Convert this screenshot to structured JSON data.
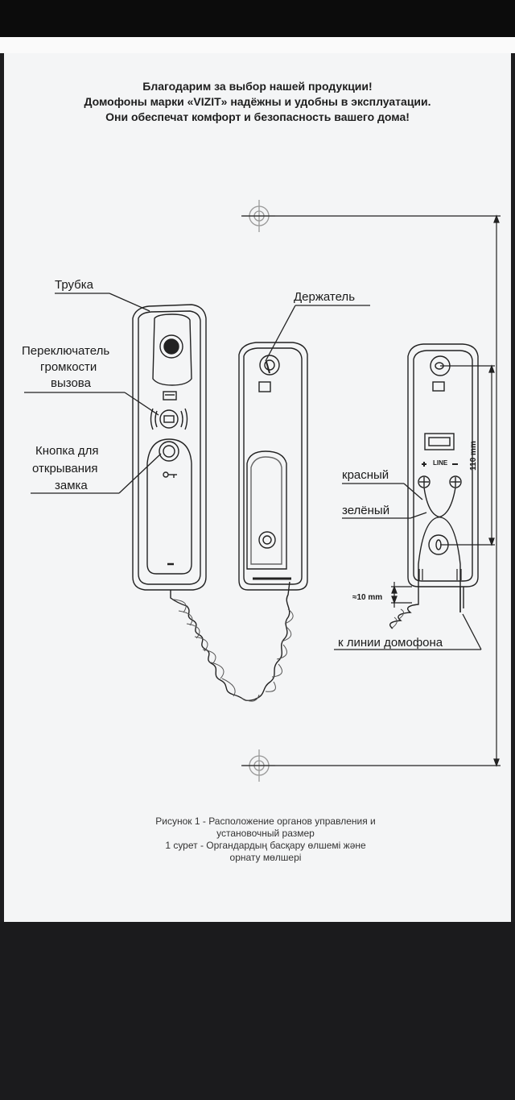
{
  "intro": {
    "line1": "Благодарим за выбор нашей продукции!",
    "line2": "Домофоны марки «VIZIT» надёжны и удобны в эксплуатации.",
    "line3": "Они обеспечат комфорт и безопасность вашего дома!"
  },
  "labels": {
    "handset": "Трубка",
    "switch_line1": "Переключатель",
    "switch_line2": "громкости",
    "switch_line3": "вызова",
    "button_line1": "Кнопка для",
    "button_line2": "открывания",
    "button_line3": "замка",
    "holder": "Держатель",
    "red": "красный",
    "green": "зелёный",
    "to_line": "к линии домофона",
    "dim_110": "110 mm",
    "dim_10": "≈10 mm",
    "line_marking": "LINE"
  },
  "caption": {
    "line1": "Рисунок 1 - Расположение органов управления и",
    "line2": "установочный размер",
    "line3": "1 сурет - Органдардың басқару өлшемі және",
    "line4": "орнату мөлшері"
  },
  "colors": {
    "page": "#f4f5f6",
    "frame": "#1d1d1f",
    "ink": "#1a1a1a",
    "target_mark": "#a0a0a0"
  }
}
